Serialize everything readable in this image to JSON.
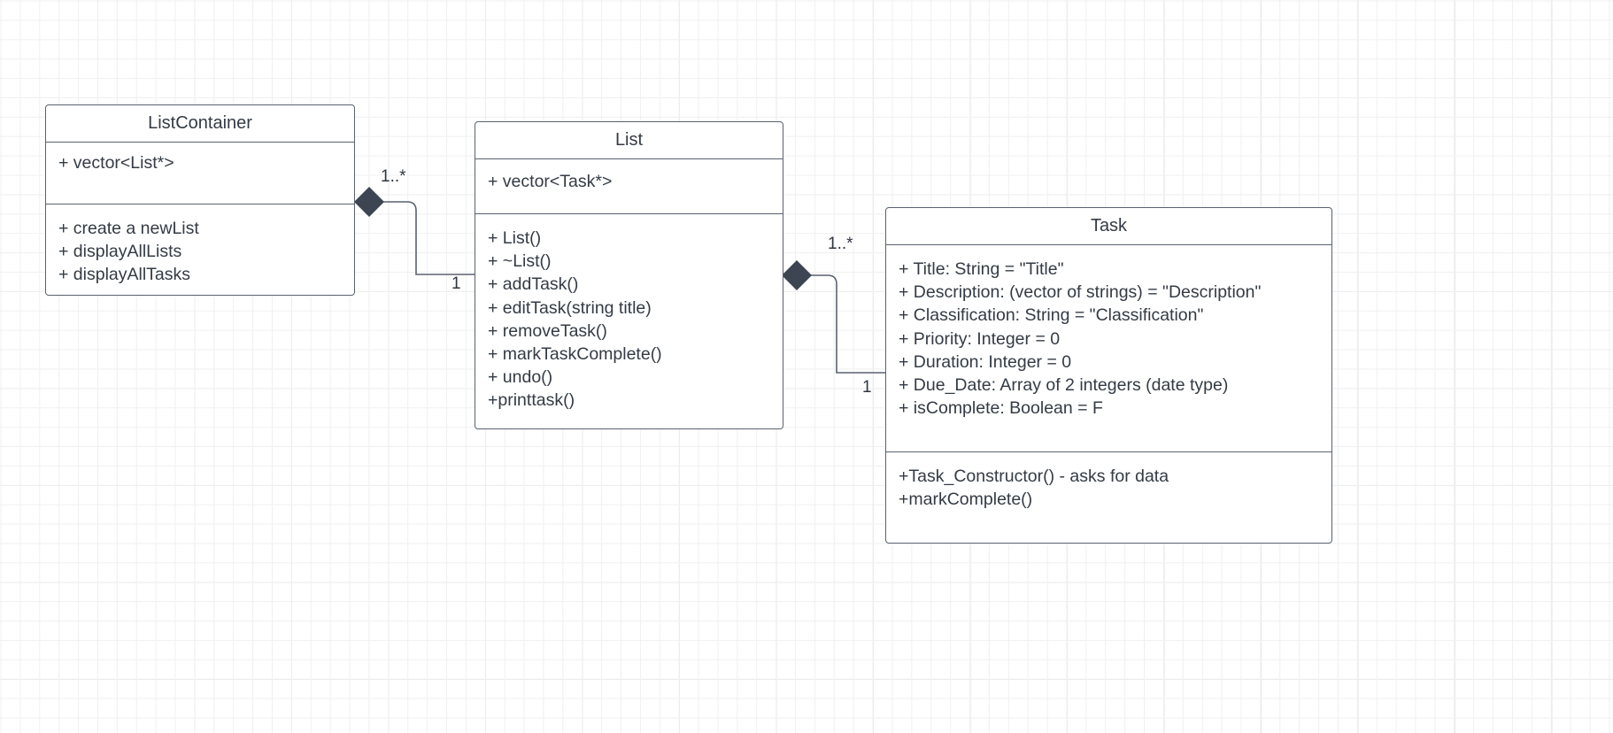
{
  "diagram": {
    "type": "uml-class-diagram",
    "background": "#ffffff",
    "grid_color": "#e4e5e7",
    "stroke_color": "#5a6270",
    "text_color": "#343b45",
    "fill_color": "#ffffff",
    "diamond_color": "#3d4552"
  },
  "classes": [
    {
      "id": "list-container",
      "name": "ListContainer",
      "attributes": [
        "+ vector<List*>"
      ],
      "operations": [
        "+ create a newList",
        "+ displayAllLists",
        "+ displayAllTasks"
      ]
    },
    {
      "id": "list",
      "name": "List",
      "attributes": [
        "+ vector<Task*>"
      ],
      "operations": [
        "+ List()",
        "+ ~List()",
        "+ addTask()",
        "+ editTask(string title)",
        "+ removeTask()",
        "+ markTaskComplete()",
        "+ undo()",
        "+printtask()"
      ]
    },
    {
      "id": "task",
      "name": "Task",
      "attributes": [
        "+ Title: String = \"Title\"",
        "+ Description: (vector of strings) = \"Description\"",
        "+ Classification: String = \"Classification\"",
        "+ Priority: Integer = 0",
        "+ Duration: Integer = 0",
        "+ Due_Date: Array of 2 integers (date type)",
        "+ isComplete: Boolean = F"
      ],
      "operations": [
        "+Task_Constructor() - asks for data",
        "+markComplete()"
      ]
    }
  ],
  "relationships": [
    {
      "id": "listcontainer-list",
      "kind": "composition",
      "from": "list-container",
      "to": "list",
      "source_multiplicity": "1..*",
      "target_multiplicity": "1"
    },
    {
      "id": "list-task",
      "kind": "composition",
      "from": "list",
      "to": "task",
      "source_multiplicity": "1..*",
      "target_multiplicity": "1"
    }
  ],
  "multiplicities": {
    "lc_many": "1..*",
    "lc_one": "1",
    "lt_many": "1..*",
    "lt_one": "1"
  }
}
